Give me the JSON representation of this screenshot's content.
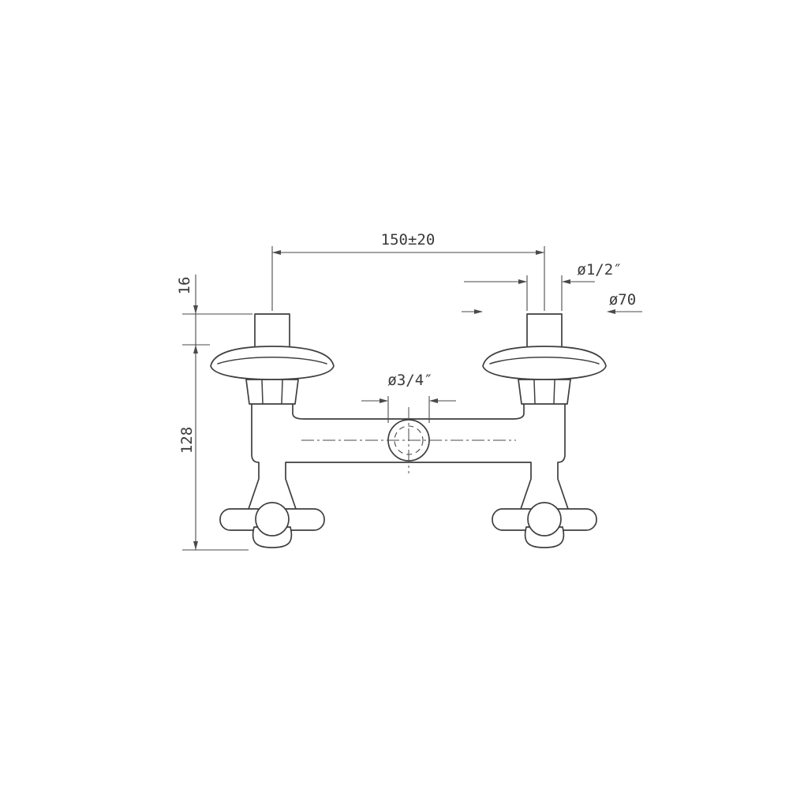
{
  "page": {
    "background": "#ffffff"
  },
  "drawing": {
    "kind": "faucet front-elevation technical drawing",
    "line_color": "#3f3f3f",
    "dimension_color": "#4a4a4a",
    "labels": {
      "center_spacing": "150±20",
      "inlet_diameter": "ø1/2″",
      "escutcheon_diameter": "ø70",
      "outlet_diameter": "ø3/4″",
      "inlet_height": "16",
      "overall_height": "128"
    }
  }
}
